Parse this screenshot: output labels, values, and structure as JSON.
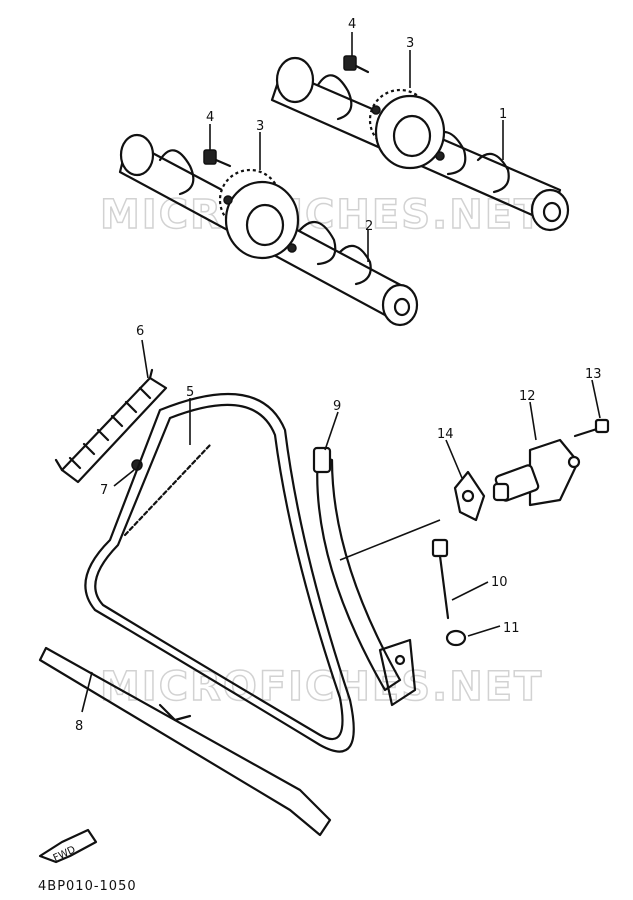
{
  "callouts": {
    "c1": "1",
    "c2": "2",
    "c3a": "3",
    "c3b": "3",
    "c4a": "4",
    "c4b": "4",
    "c5": "5",
    "c6": "6",
    "c7": "7",
    "c8": "8",
    "c9": "9",
    "c10": "10",
    "c11": "11",
    "c12": "12",
    "c13": "13",
    "c14": "14"
  },
  "watermark": {
    "top": "MICROFICHES.NET",
    "bottom": "MICROFICHES.NET"
  },
  "fwd_label": "FWD",
  "reference_code": "4BP010-1050"
}
